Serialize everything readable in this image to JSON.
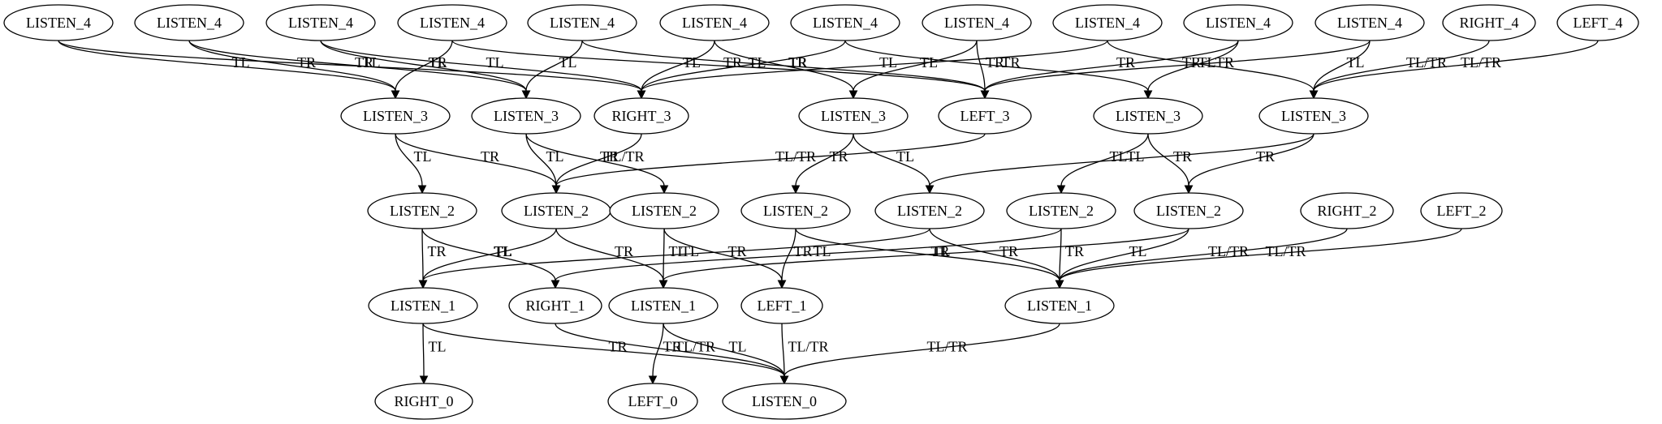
{
  "graph": {
    "nodes": [
      {
        "id": "L4a",
        "label": "LISTEN_4"
      },
      {
        "id": "L4b",
        "label": "LISTEN_4"
      },
      {
        "id": "L4c",
        "label": "LISTEN_4"
      },
      {
        "id": "L4d",
        "label": "LISTEN_4"
      },
      {
        "id": "L4e",
        "label": "LISTEN_4"
      },
      {
        "id": "L4f",
        "label": "LISTEN_4"
      },
      {
        "id": "L4g",
        "label": "LISTEN_4"
      },
      {
        "id": "L4h",
        "label": "LISTEN_4"
      },
      {
        "id": "L4i",
        "label": "LISTEN_4"
      },
      {
        "id": "L4j",
        "label": "LISTEN_4"
      },
      {
        "id": "L4k",
        "label": "LISTEN_4"
      },
      {
        "id": "R4",
        "label": "RIGHT_4"
      },
      {
        "id": "LF4",
        "label": "LEFT_4"
      },
      {
        "id": "L3a",
        "label": "LISTEN_3"
      },
      {
        "id": "L3b",
        "label": "LISTEN_3"
      },
      {
        "id": "R3",
        "label": "RIGHT_3"
      },
      {
        "id": "L3c",
        "label": "LISTEN_3"
      },
      {
        "id": "LF3",
        "label": "LEFT_3"
      },
      {
        "id": "L3d",
        "label": "LISTEN_3"
      },
      {
        "id": "L3e",
        "label": "LISTEN_3"
      },
      {
        "id": "L2a",
        "label": "LISTEN_2"
      },
      {
        "id": "L2b",
        "label": "LISTEN_2"
      },
      {
        "id": "L2c",
        "label": "LISTEN_2"
      },
      {
        "id": "L2d",
        "label": "LISTEN_2"
      },
      {
        "id": "L2e",
        "label": "LISTEN_2"
      },
      {
        "id": "L2f",
        "label": "LISTEN_2"
      },
      {
        "id": "L2g",
        "label": "LISTEN_2"
      },
      {
        "id": "R2",
        "label": "RIGHT_2"
      },
      {
        "id": "LF2",
        "label": "LEFT_2"
      },
      {
        "id": "L1a",
        "label": "LISTEN_1"
      },
      {
        "id": "R1",
        "label": "RIGHT_1"
      },
      {
        "id": "L1b",
        "label": "LISTEN_1"
      },
      {
        "id": "LF1",
        "label": "LEFT_1"
      },
      {
        "id": "L1c",
        "label": "LISTEN_1"
      },
      {
        "id": "R0",
        "label": "RIGHT_0"
      },
      {
        "id": "LF0",
        "label": "LEFT_0"
      },
      {
        "id": "L0",
        "label": "LISTEN_0"
      }
    ],
    "edges": [
      {
        "from": "L4a",
        "to": "L3a",
        "label": "TL"
      },
      {
        "from": "L4a",
        "to": "R3",
        "label": "TR"
      },
      {
        "from": "L4b",
        "to": "L3a",
        "label": "TR"
      },
      {
        "from": "L4b",
        "to": "L3b",
        "label": "TL"
      },
      {
        "from": "L4c",
        "to": "L3b",
        "label": "TR"
      },
      {
        "from": "L4c",
        "to": "R3",
        "label": "TL"
      },
      {
        "from": "L4d",
        "to": "L3a",
        "label": "TL"
      },
      {
        "from": "L4d",
        "to": "LF3",
        "label": "TR"
      },
      {
        "from": "L4e",
        "to": "L3b",
        "label": "TL"
      },
      {
        "from": "L4e",
        "to": "LF3",
        "label": "TR"
      },
      {
        "from": "L4f",
        "to": "R3",
        "label": "TL"
      },
      {
        "from": "L4f",
        "to": "L3c",
        "label": "TR"
      },
      {
        "from": "L4g",
        "to": "R3",
        "label": "TL"
      },
      {
        "from": "L4g",
        "to": "L3d",
        "label": "TR"
      },
      {
        "from": "L4h",
        "to": "L3c",
        "label": "TL"
      },
      {
        "from": "L4h",
        "to": "LF3",
        "label": "TR"
      },
      {
        "from": "L4i",
        "to": "R3",
        "label": "TL"
      },
      {
        "from": "L4i",
        "to": "L3e",
        "label": "TR"
      },
      {
        "from": "L4j",
        "to": "LF3",
        "label": "TR"
      },
      {
        "from": "L4j",
        "to": "L3d",
        "label": "TL"
      },
      {
        "from": "L4k",
        "to": "LF3",
        "label": "TR"
      },
      {
        "from": "L4k",
        "to": "L3e",
        "label": "TL"
      },
      {
        "from": "R4",
        "to": "L3e",
        "label": "TL/TR"
      },
      {
        "from": "LF4",
        "to": "L3e",
        "label": "TL/TR"
      },
      {
        "from": "L3a",
        "to": "L2a",
        "label": "TL"
      },
      {
        "from": "L3a",
        "to": "L2b",
        "label": "TR"
      },
      {
        "from": "L3b",
        "to": "L2b",
        "label": "TL"
      },
      {
        "from": "L3b",
        "to": "L2c",
        "label": "TR"
      },
      {
        "from": "R3",
        "to": "L2b",
        "label": "TL/TR"
      },
      {
        "from": "LF3",
        "to": "L2b",
        "label": "TL/TR"
      },
      {
        "from": "L3c",
        "to": "L2d",
        "label": "TR"
      },
      {
        "from": "L3c",
        "to": "L2e",
        "label": "TL"
      },
      {
        "from": "L3d",
        "to": "L2f",
        "label": "TL"
      },
      {
        "from": "L3d",
        "to": "L2g",
        "label": "TR"
      },
      {
        "from": "L3e",
        "to": "L2e",
        "label": "TL"
      },
      {
        "from": "L3e",
        "to": "L2g",
        "label": "TR"
      },
      {
        "from": "L2a",
        "to": "L1a",
        "label": "TR"
      },
      {
        "from": "L2a",
        "to": "R1",
        "label": "TL"
      },
      {
        "from": "L2b",
        "to": "L1a",
        "label": "TL"
      },
      {
        "from": "L2b",
        "to": "L1b",
        "label": "TR"
      },
      {
        "from": "L2c",
        "to": "L1b",
        "label": "TL"
      },
      {
        "from": "L2c",
        "to": "LF1",
        "label": "TR"
      },
      {
        "from": "L2d",
        "to": "LF1",
        "label": "TR"
      },
      {
        "from": "L2d",
        "to": "L1c",
        "label": "TL"
      },
      {
        "from": "L2e",
        "to": "L1a",
        "label": "TL"
      },
      {
        "from": "L2e",
        "to": "L1c",
        "label": "TR"
      },
      {
        "from": "L2f",
        "to": "R1",
        "label": "TL"
      },
      {
        "from": "L2f",
        "to": "L1c",
        "label": "TR"
      },
      {
        "from": "L2g",
        "to": "L1b",
        "label": "TR"
      },
      {
        "from": "L2g",
        "to": "L1c",
        "label": "TL"
      },
      {
        "from": "R2",
        "to": "L1c",
        "label": "TL/TR"
      },
      {
        "from": "LF2",
        "to": "L1c",
        "label": "TL/TR"
      },
      {
        "from": "L1a",
        "to": "R0",
        "label": "TL"
      },
      {
        "from": "L1a",
        "to": "L0",
        "label": "TR"
      },
      {
        "from": "R1",
        "to": "L0",
        "label": "TL/TR"
      },
      {
        "from": "L1b",
        "to": "LF0",
        "label": "TR"
      },
      {
        "from": "L1b",
        "to": "L0",
        "label": "TL"
      },
      {
        "from": "LF1",
        "to": "L0",
        "label": "TL/TR"
      },
      {
        "from": "L1c",
        "to": "L0",
        "label": "TL/TR"
      }
    ]
  }
}
